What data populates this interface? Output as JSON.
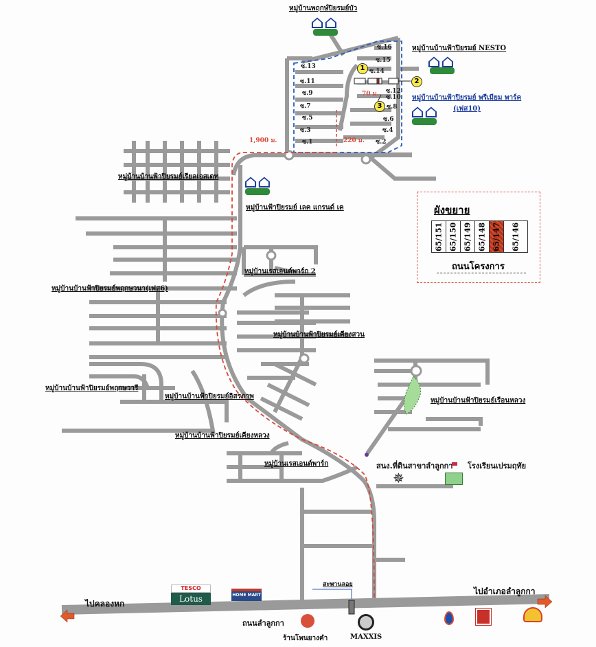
{
  "map": {
    "villages": {
      "view": "หมู่บ้านพฤกษ์ปิยรมย์บัว",
      "nesto": "หมู่บ้านบ้านฟ้าปิยรมย์ NESTO",
      "premium_1": "หมู่บ้านบ้านฟ้าปิยรมย์ พรีเมียม พาร์ค",
      "premium_2": "(เฟส10)",
      "lake_grand": "หมู่บ้านฟ้าปิยรมย์ เลค แกรนด์ เค",
      "west_grid": "หมู่บ้านบ้านฟ้าปิยรมย์เรียลเอสเตท",
      "resident_park2": "หมู่บ้านเรสเอนต์พาร์ก 2",
      "phruksa_wana": "หมู่บ้านบ้านฟ้าปิยรมย์พฤกษวนา(เฟส6)",
      "khiang_suan": "หมู่บ้านบ้านฟ้าปิยรมย์เคียงสวน",
      "phruksa_wari": "หมู่บ้านบ้านฟ้าปิยรมย์พฤกษวารี",
      "ratchaphruek": "หมู่บ้านบ้านฟ้าปิยรมย์อิสรภาพ",
      "rim_bueng": "หมู่บ้านบ้านฟ้าปิยรมย์เรือนหลวง",
      "khiang_luang": "หมู่บ้านบ้านฟ้าปิยรมย์เคียงหลวง",
      "resident_park": "หมู่บ้านเรสเอนต์พาร์ก"
    },
    "sois": [
      "ซ.16",
      "ซ.15",
      "ซ.14",
      "ซ.13",
      "ซ.12",
      "ซ.11",
      "ซ.10",
      "ซ.9",
      "ซ.8",
      "ซ.7",
      "ซ.6",
      "ซ.5",
      "ซ.4",
      "ซ.3",
      "ซ.2",
      "ซ.1"
    ],
    "distances": {
      "d1": "1,900 ม.",
      "d2": "220 ม.",
      "d3": "70 ม."
    },
    "markers": [
      "1",
      "2",
      "3"
    ],
    "landmarks": {
      "land_office": "สนง.ที่ดินสาขาลำลูกกา",
      "school": "โรงเรียนเปรมฤทัย",
      "overpass": "สะพานลอย",
      "to_left": "ไปคลองหก",
      "to_right": "ไปอำเภอลำลูกกา",
      "main_road": "ถนนลำลูกกา",
      "tire_shop": "ร้านโพนยางคำ",
      "maxxis": "MAXXIS",
      "tesco_top": "TESCO",
      "tesco_bottom": "Lotus",
      "homemart": "HOME MART"
    }
  },
  "legend": {
    "title": "ผังขยาย",
    "plots": [
      "65/151",
      "65/150",
      "65/149",
      "65/148",
      "65/147",
      "65/146"
    ],
    "highlighted_plot": "65/147",
    "road_label": "ถนนโครงการ"
  },
  "colors": {
    "road": "#9a9a9a",
    "route": "#d9483a",
    "boundary": "#2a5cb8",
    "park": "#a6dc9a",
    "highlight": "#b8331e"
  }
}
